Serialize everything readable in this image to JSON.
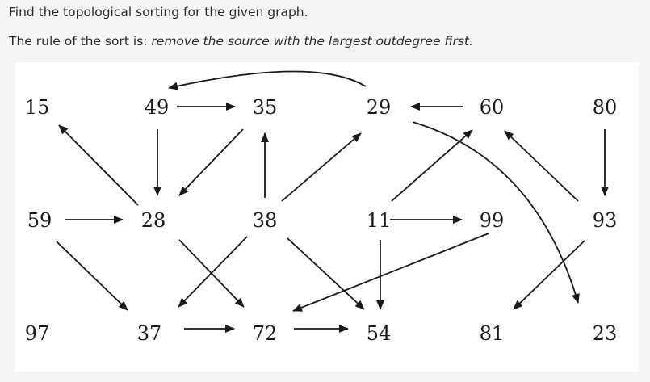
{
  "question": {
    "line1": "Find the topological sorting for the given graph.",
    "line2_prefix": "The rule of the sort is: ",
    "line2_rule": "remove the source with the largest outdegree first."
  },
  "graph": {
    "nodes": [
      {
        "id": "15",
        "label": "15"
      },
      {
        "id": "49",
        "label": "49"
      },
      {
        "id": "35",
        "label": "35"
      },
      {
        "id": "29",
        "label": "29"
      },
      {
        "id": "60",
        "label": "60"
      },
      {
        "id": "80",
        "label": "80"
      },
      {
        "id": "59",
        "label": "59"
      },
      {
        "id": "28",
        "label": "28"
      },
      {
        "id": "38",
        "label": "38"
      },
      {
        "id": "11",
        "label": "11"
      },
      {
        "id": "99",
        "label": "99"
      },
      {
        "id": "93",
        "label": "93"
      },
      {
        "id": "97",
        "label": "97"
      },
      {
        "id": "37",
        "label": "37"
      },
      {
        "id": "72",
        "label": "72"
      },
      {
        "id": "54",
        "label": "54"
      },
      {
        "id": "81",
        "label": "81"
      },
      {
        "id": "23",
        "label": "23"
      }
    ],
    "edges": [
      {
        "from": "49",
        "to": "35"
      },
      {
        "from": "60",
        "to": "29"
      },
      {
        "from": "29",
        "to": "49"
      },
      {
        "from": "29",
        "to": "23"
      },
      {
        "from": "80",
        "to": "93"
      },
      {
        "from": "28",
        "to": "15"
      },
      {
        "from": "49",
        "to": "28"
      },
      {
        "from": "35",
        "to": "28"
      },
      {
        "from": "38",
        "to": "35"
      },
      {
        "from": "38",
        "to": "29"
      },
      {
        "from": "11",
        "to": "60"
      },
      {
        "from": "93",
        "to": "60"
      },
      {
        "from": "59",
        "to": "28"
      },
      {
        "from": "11",
        "to": "99"
      },
      {
        "from": "11",
        "to": "54"
      },
      {
        "from": "99",
        "to": "72"
      },
      {
        "from": "59",
        "to": "37"
      },
      {
        "from": "28",
        "to": "72"
      },
      {
        "from": "38",
        "to": "37"
      },
      {
        "from": "38",
        "to": "54"
      },
      {
        "from": "93",
        "to": "81"
      },
      {
        "from": "37",
        "to": "72"
      },
      {
        "from": "72",
        "to": "54"
      }
    ]
  }
}
